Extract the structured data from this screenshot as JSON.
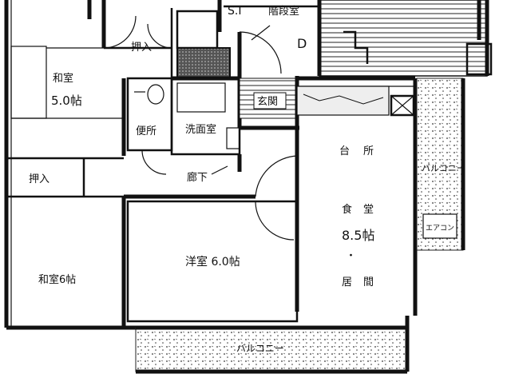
{
  "labels": {
    "washitsu_top": "和室",
    "washitsu_top_size": "5.0帖",
    "oshiire_top": "押入",
    "shoes_box": "S.I",
    "staircase_top": "階段室",
    "d_mark": "D",
    "toilet": "便所",
    "senmenjo": "洗面室",
    "genkan": "玄関",
    "oshiire_mid": "押入",
    "rouka": "廊下",
    "kitchen_1": "台",
    "kitchen_2": "所",
    "shokudo_1": "食",
    "shokudo_2": "堂",
    "ldk_size": "8.5帖",
    "dot": "・",
    "ima_1": "居",
    "ima_2": "間",
    "youshitsu": "洋室 6.0帖",
    "washitsu_bottom": "和室6帖",
    "balcony_right": "バルコニー",
    "balcony_bottom": "バルコニー",
    "ac_unit": "エアコン"
  }
}
